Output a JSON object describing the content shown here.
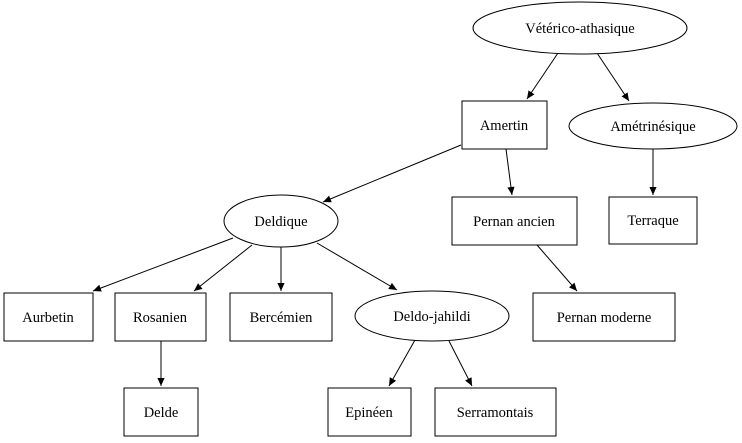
{
  "diagram": {
    "type": "directed-graph-tree",
    "background_color": "#ffffff",
    "node_stroke_color": "#000000",
    "text_color": "#000000"
  },
  "nodes": [
    {
      "id": "veterico-athasique",
      "label": "Vétérico-athasique",
      "shape": "ellipse"
    },
    {
      "id": "amertin",
      "label": "Amertin",
      "shape": "box"
    },
    {
      "id": "ametrinesique",
      "label": "Amétrinésique",
      "shape": "ellipse"
    },
    {
      "id": "deldique",
      "label": "Deldique",
      "shape": "ellipse"
    },
    {
      "id": "pernan-ancien",
      "label": "Pernan ancien",
      "shape": "box"
    },
    {
      "id": "terraque",
      "label": "Terraque",
      "shape": "box"
    },
    {
      "id": "aurbetin",
      "label": "Aurbetin",
      "shape": "box"
    },
    {
      "id": "rosanien",
      "label": "Rosanien",
      "shape": "box"
    },
    {
      "id": "bercemien",
      "label": "Bercémien",
      "shape": "box"
    },
    {
      "id": "deldo-jahildi",
      "label": "Deldo-jahildi",
      "shape": "ellipse"
    },
    {
      "id": "pernan-moderne",
      "label": "Pernan moderne",
      "shape": "box"
    },
    {
      "id": "delde",
      "label": "Delde",
      "shape": "box"
    },
    {
      "id": "epineen",
      "label": "Epinéen",
      "shape": "box"
    },
    {
      "id": "serramontais",
      "label": "Serramontais",
      "shape": "box"
    }
  ],
  "edges": [
    {
      "from": "veterico-athasique",
      "to": "amertin"
    },
    {
      "from": "veterico-athasique",
      "to": "ametrinesique"
    },
    {
      "from": "amertin",
      "to": "deldique"
    },
    {
      "from": "amertin",
      "to": "pernan-ancien"
    },
    {
      "from": "ametrinesique",
      "to": "terraque"
    },
    {
      "from": "pernan-ancien",
      "to": "pernan-moderne"
    },
    {
      "from": "deldique",
      "to": "aurbetin"
    },
    {
      "from": "deldique",
      "to": "rosanien"
    },
    {
      "from": "deldique",
      "to": "bercemien"
    },
    {
      "from": "deldique",
      "to": "deldo-jahildi"
    },
    {
      "from": "rosanien",
      "to": "delde"
    },
    {
      "from": "deldo-jahildi",
      "to": "epineen"
    },
    {
      "from": "deldo-jahildi",
      "to": "serramontais"
    }
  ]
}
